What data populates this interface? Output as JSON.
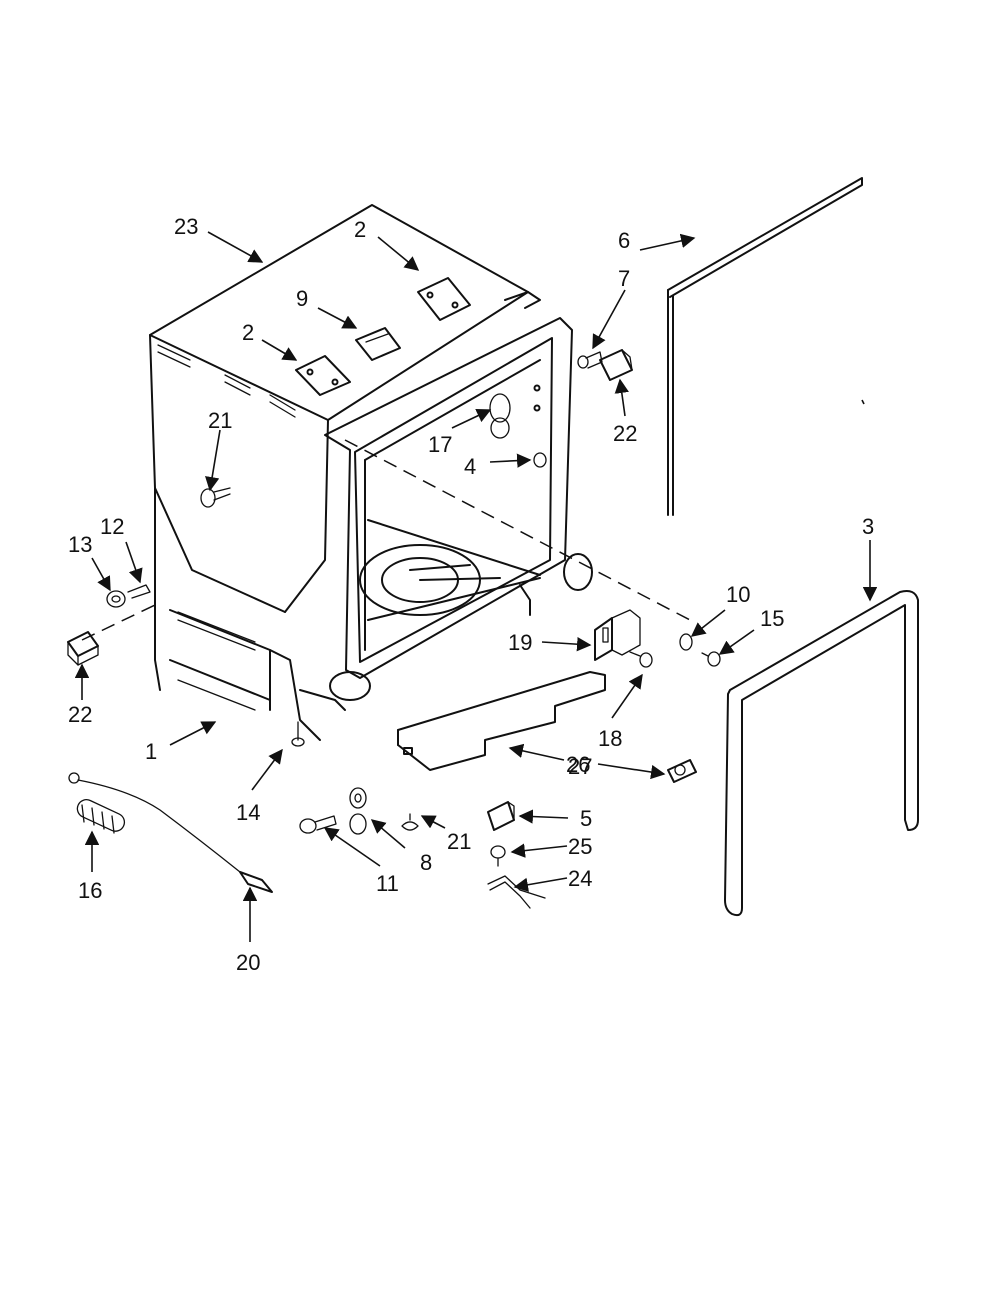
{
  "callouts": [
    {
      "id": "c23a",
      "label": "23"
    },
    {
      "id": "c2a",
      "label": "2"
    },
    {
      "id": "c9",
      "label": "9"
    },
    {
      "id": "c2b",
      "label": "2"
    },
    {
      "id": "c21a",
      "label": "21"
    },
    {
      "id": "c6",
      "label": "6"
    },
    {
      "id": "c7",
      "label": "7"
    },
    {
      "id": "c22a",
      "label": "22"
    },
    {
      "id": "c17",
      "label": "17"
    },
    {
      "id": "c4",
      "label": "4"
    },
    {
      "id": "c3",
      "label": "3"
    },
    {
      "id": "c12",
      "label": "12"
    },
    {
      "id": "c13",
      "label": "13"
    },
    {
      "id": "c22b",
      "label": "22"
    },
    {
      "id": "c10",
      "label": "10"
    },
    {
      "id": "c15",
      "label": "15"
    },
    {
      "id": "c19",
      "label": "19"
    },
    {
      "id": "c18",
      "label": "18"
    },
    {
      "id": "c26",
      "label": "26"
    },
    {
      "id": "c1",
      "label": "1"
    },
    {
      "id": "c14",
      "label": "14"
    },
    {
      "id": "c27",
      "label": "27"
    },
    {
      "id": "c5",
      "label": "5"
    },
    {
      "id": "c21b",
      "label": "21"
    },
    {
      "id": "c8",
      "label": "8"
    },
    {
      "id": "c25",
      "label": "25"
    },
    {
      "id": "c24",
      "label": "24"
    },
    {
      "id": "c11",
      "label": "11"
    },
    {
      "id": "c16",
      "label": "16"
    },
    {
      "id": "c20",
      "label": "20"
    }
  ]
}
